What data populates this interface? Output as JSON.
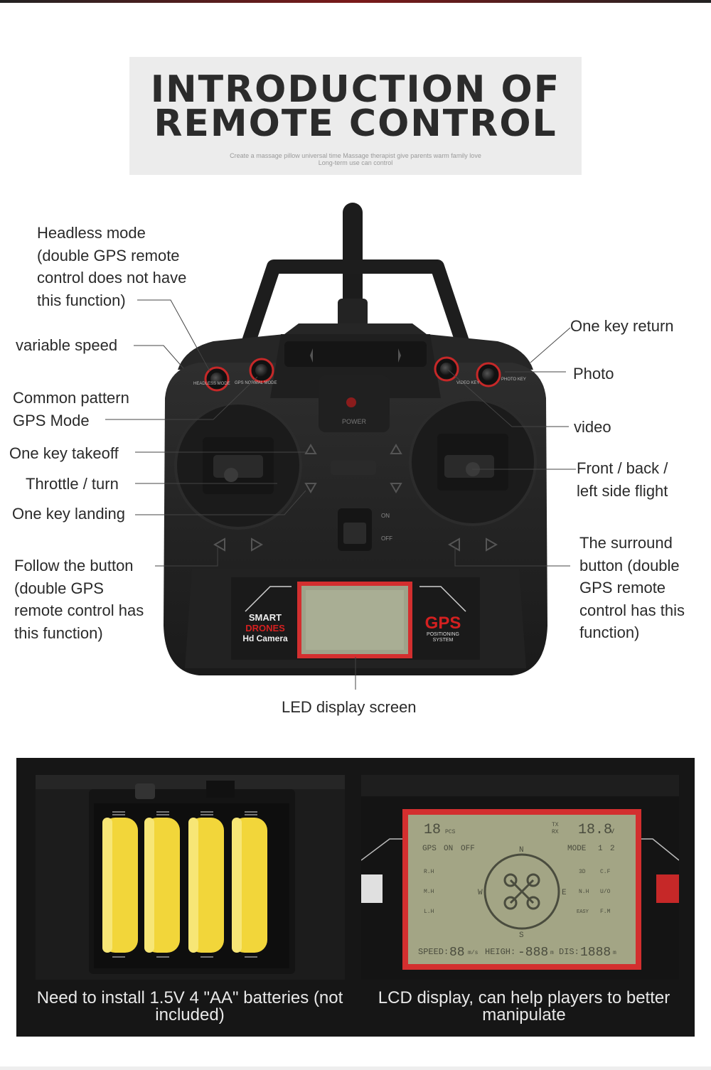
{
  "header": {
    "title_line1": "INTRODUCTION  OF",
    "title_line2": "REMOTE  CONTROL",
    "subtitle": "Create a massage pillow universal time Massage therapist give parents warm family love Long-term use can control"
  },
  "labels": {
    "headless_mode": [
      "Headless mode",
      "(double GPS remote",
      "control does not have",
      "this function)"
    ],
    "variable_speed": "variable speed",
    "common_pattern": [
      "Common pattern",
      "GPS Mode"
    ],
    "one_key_takeoff": "One key takeoff",
    "throttle_turn": "Throttle / turn",
    "one_key_landing": "One key landing",
    "follow_button": [
      "Follow the button",
      "(double GPS",
      "remote control has",
      "this function)"
    ],
    "one_key_return": "One key return",
    "photo": "Photo",
    "video": "video",
    "front_back": [
      "Front / back /",
      "left side flight"
    ],
    "surround_button": [
      "The surround",
      "button (double",
      "GPS remote",
      "control has this",
      "function)"
    ],
    "led_display": "LED display screen"
  },
  "remote_printing": {
    "power": "POWER",
    "headless": "HEADLESS MODE",
    "gps_normal": "GPS NORMAL MODE",
    "video_key": "VIDEO KEY",
    "photo_key": "PHOTO KEY",
    "on": "ON",
    "off": "OFF",
    "smart": "SMART",
    "drones": "DRONES",
    "hd_camera": "Hd Camera",
    "gps": "GPS",
    "positioning": "POSITIONING",
    "system": "SYSTEM"
  },
  "lcd": {
    "sats": "18",
    "pcs": "PCS",
    "tx": "TX",
    "rx": "RX",
    "voltage": "18.8",
    "v": "V",
    "gps": "GPS",
    "on": "ON",
    "off": "OFF",
    "mode": "MODE",
    "mode1": "1",
    "mode2": "2",
    "n": "N",
    "s": "S",
    "e": "E",
    "w": "W",
    "rh": "R.H",
    "mh": "M.H",
    "lh": "L.H",
    "3d": "3D",
    "cf": "C.F",
    "nh": "N.H",
    "uo": "U/O",
    "easy": "EASY",
    "fm": "F.M",
    "speed": "SPEED:",
    "speed_val": "88",
    "speed_unit": "m/s",
    "heigh": "HEIGH:",
    "heigh_val": "-888",
    "heigh_unit": "m",
    "dis": "DIS:",
    "dis_val": "1888",
    "dis_unit": "m"
  },
  "bottom": {
    "battery_caption": "Need to install 1.5V 4 \"AA\" batteries (not included)",
    "lcd_caption": "LCD display, can help players to better manipulate"
  }
}
